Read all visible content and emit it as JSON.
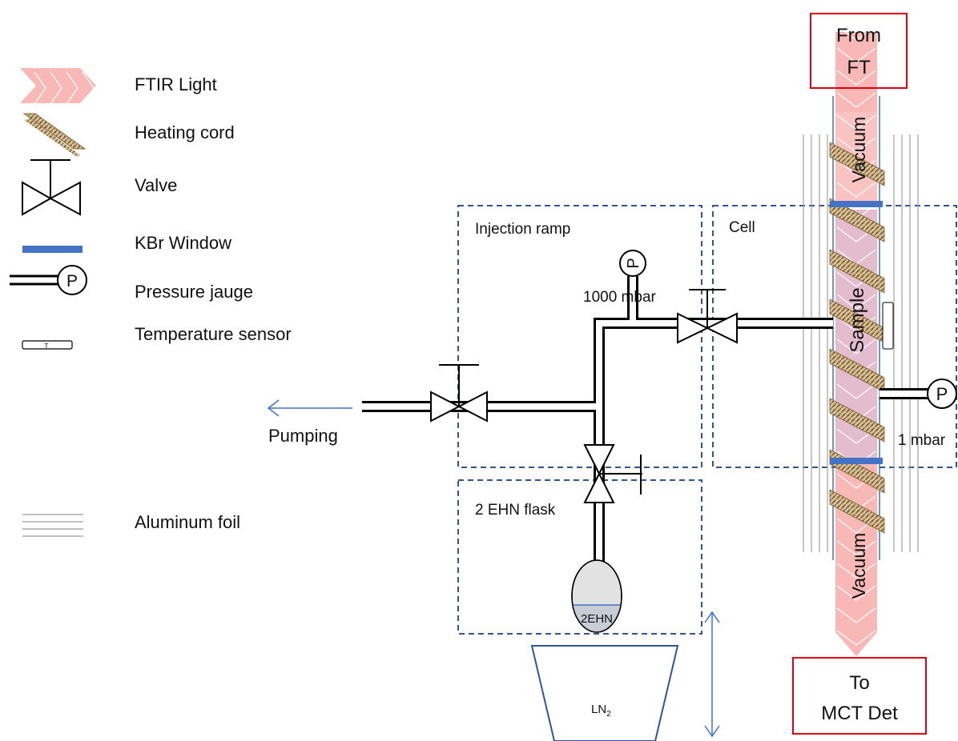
{
  "legend": {
    "ftir_light": "FTIR Light",
    "heating_cord": "Heating cord",
    "valve": "Valve",
    "kbr_window": "KBr Window",
    "pressure_gauge": "Pressure jauge",
    "pressure_symbol": "P",
    "temperature_sensor": "Temperature sensor",
    "temperature_symbol": "T",
    "aluminum_foil": "Aluminum  foil"
  },
  "beam": {
    "source_line1": "From",
    "source_line2": "FT",
    "detector_line1": "To",
    "detector_line2": "MCT Det",
    "vacuum_top": "Vacuum",
    "vacuum_bottom": "Vacuum",
    "sample": "Sample"
  },
  "boxes": {
    "injection_ramp": "Injection ramp",
    "cell": "Cell",
    "flask": "2 EHN flask"
  },
  "gauges": {
    "injection_symbol": "P",
    "injection_pressure": "1000 mbar",
    "cell_symbol": "P",
    "cell_pressure": "1 mbar"
  },
  "labels": {
    "pumping": "Pumping",
    "flask_content": "2EHN",
    "coolant_main": "LN",
    "coolant_sub": "2"
  },
  "colors": {
    "ftir_beam": "#f7b8b6",
    "red_box": "#e0000f",
    "kbr_window": "#4472c4",
    "dashed_box": "#2f5597",
    "arrow_blue": "#4472c4",
    "heating_cord": "#b99a6b",
    "sample_fill": "#c9c4e8"
  }
}
